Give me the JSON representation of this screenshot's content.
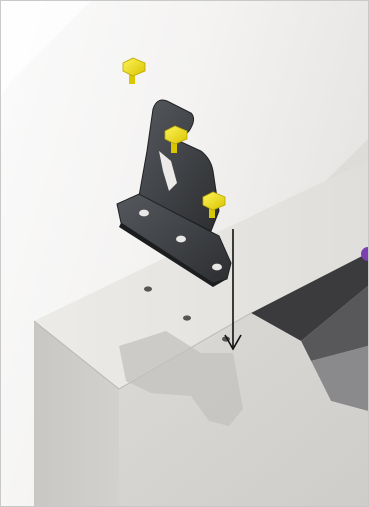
{
  "illustration": {
    "subject": "bracket-mount-installation",
    "colors": {
      "panel_top": "#ebe9e6",
      "panel_front": "#dad8d4",
      "bracket": "#3c3e42",
      "bolt": "#f2e21b",
      "arrow": "#111111",
      "accent_dot": "#7a3fb0"
    },
    "parts": {
      "bolt_count": 3,
      "bracket_hole_count": 3,
      "panel_hole_count": 3
    }
  }
}
